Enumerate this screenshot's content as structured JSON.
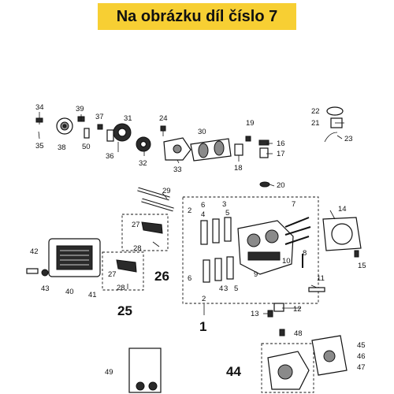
{
  "banner": {
    "text": "Na obrázku díl číslo 7",
    "color": "#f7cf33"
  },
  "labels": {
    "l1": "1",
    "l2a": "2",
    "l2b": "2",
    "l3a": "3",
    "l3b": "3",
    "l4a": "4",
    "l4b": "4",
    "l5a": "5",
    "l5b": "5",
    "l6a": "6",
    "l6b": "6",
    "l7": "7",
    "l8": "8",
    "l9": "9",
    "l10": "10",
    "l11": "11",
    "l12": "12",
    "l13": "13",
    "l14": "14",
    "l15": "15",
    "l16": "16",
    "l17": "17",
    "l18": "18",
    "l19": "19",
    "l20": "20",
    "l21": "21",
    "l22": "22",
    "l23": "23",
    "l24": "24",
    "l25": "25",
    "l26": "26",
    "l27a": "27",
    "l27b": "27",
    "l28a": "28",
    "l28b": "28",
    "l29": "29",
    "l30": "30",
    "l31": "31",
    "l32": "32",
    "l33": "33",
    "l34": "34",
    "l35": "35",
    "l36": "36",
    "l37": "37",
    "l38": "38",
    "l39": "39",
    "l40": "40",
    "l41": "41",
    "l42": "42",
    "l43": "43",
    "l44": "44",
    "l45": "45",
    "l46": "46",
    "l47": "47",
    "l48": "48",
    "l49": "49",
    "l50": "50"
  }
}
